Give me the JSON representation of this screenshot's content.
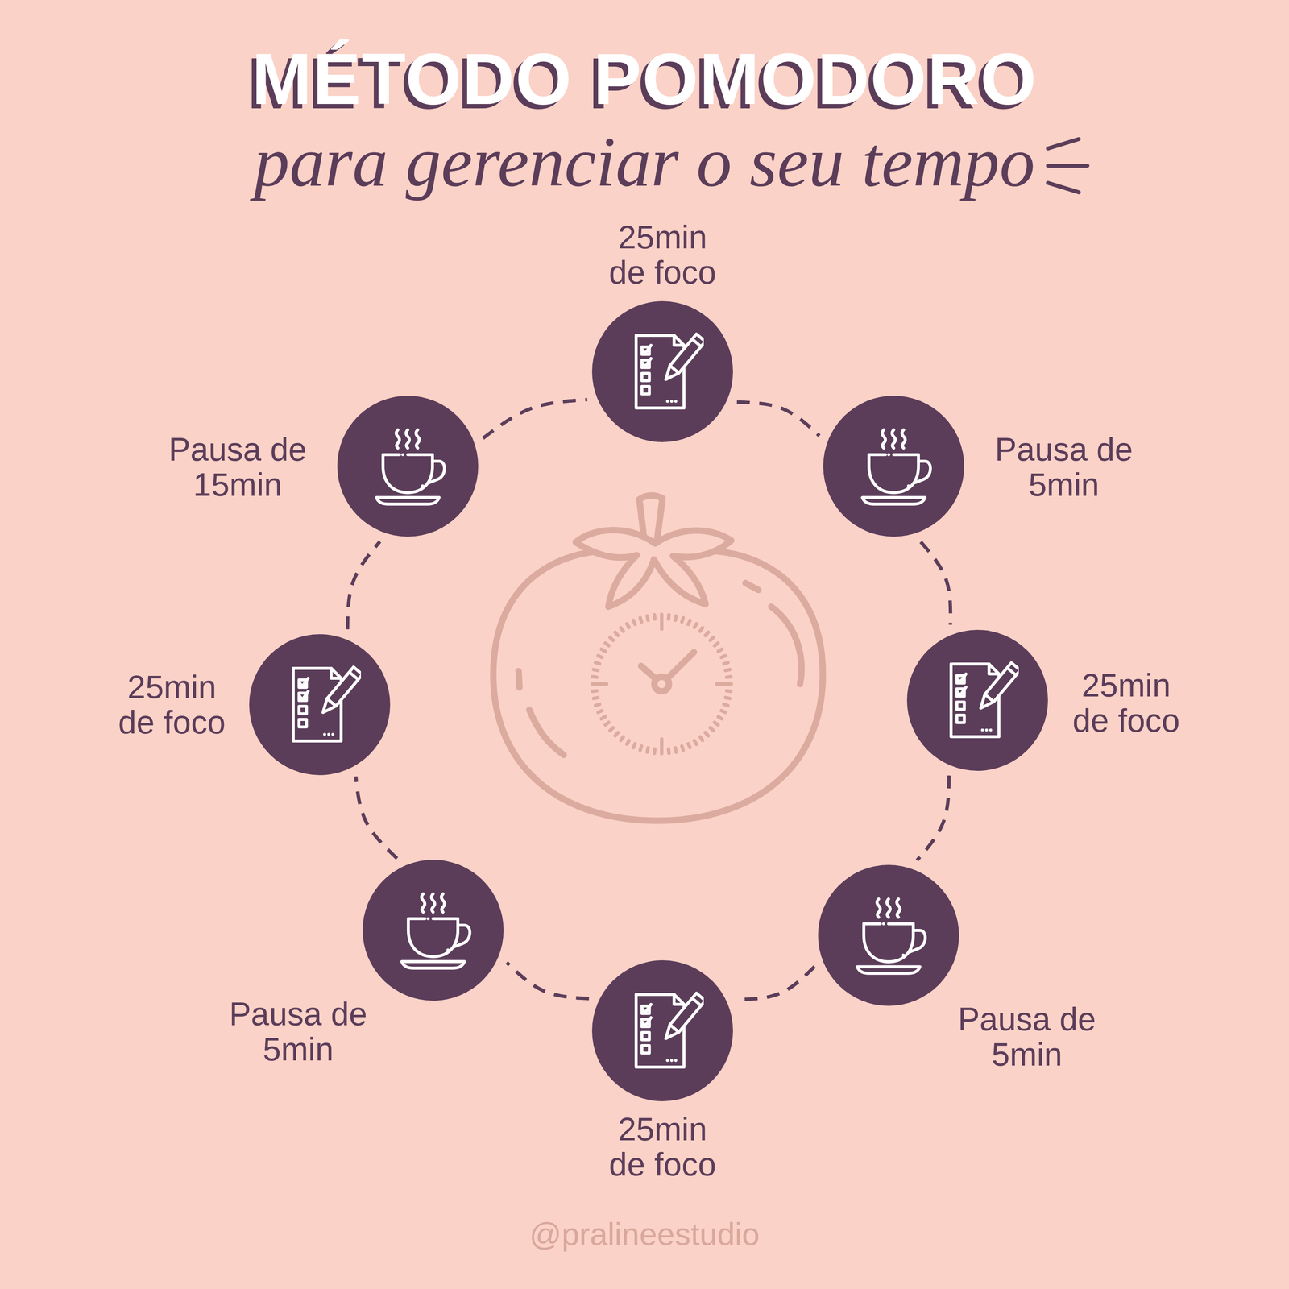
{
  "diagram": {
    "title": "MÉTODO POMODORO",
    "nodes": [
      {
        "text": [
          "25min de foco"
        ]
      },
      {
        "text": [
          "Pausa de 5min"
        ]
      },
      {
        "text": [
          "25min de foco"
        ]
      },
      {
        "text": [
          "Pausa de 5min"
        ]
      },
      {
        "text": [
          "25min de foco"
        ]
      },
      {
        "text": [
          "Pausa de 5min"
        ]
      },
      {
        "text": [
          "25min de foco"
        ]
      },
      {
        "text": [
          "Pausa de 15min"
        ]
      }
    ],
    "edges": [
      {
        "from": 0,
        "to": 1,
        "arrow": "none"
      },
      {
        "from": 1,
        "to": 2,
        "arrow": "none"
      },
      {
        "from": 2,
        "to": 3,
        "arrow": "none"
      },
      {
        "from": 3,
        "to": 4,
        "arrow": "none"
      },
      {
        "from": 4,
        "to": 5,
        "arrow": "none"
      },
      {
        "from": 5,
        "to": 6,
        "arrow": "none"
      },
      {
        "from": 6,
        "to": 7,
        "arrow": "none"
      },
      {
        "from": 7,
        "to": 0,
        "arrow": "none"
      }
    ],
    "labels": [
      "para gerenciar o seu tempo",
      "@pralineestudio"
    ]
  }
}
